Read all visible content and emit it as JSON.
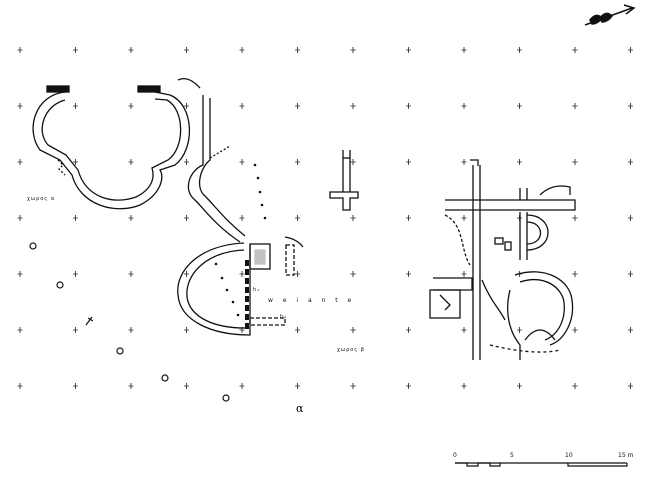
{
  "labels": {
    "room_a": "χωρος α",
    "room_b": "χωρος β",
    "corridor": "w e i a n t e",
    "alpha": "α",
    "h1": "h₁",
    "h2": "h₂"
  },
  "scale_bar": {
    "ticks": [
      "0",
      "5",
      "10",
      "15 m"
    ]
  },
  "colors": {
    "ink": "#111111",
    "paper": "#ffffff"
  }
}
